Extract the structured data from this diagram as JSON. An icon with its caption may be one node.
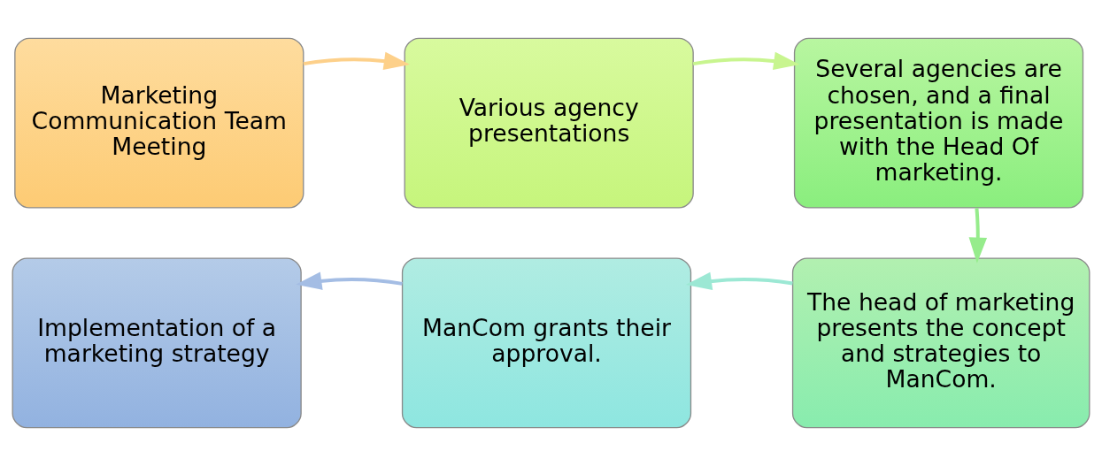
{
  "diagram": {
    "nodes": [
      {
        "text": [
          "Marketing Communication Team Meeting"
        ]
      },
      {
        "text": [
          "Various agency presentations"
        ]
      },
      {
        "text": [
          "Several agencies are chosen, and a final presentation is made with the Head Of marketing."
        ]
      },
      {
        "text": [
          "The head of marketing presents the concept and strategies to ManCom."
        ]
      },
      {
        "text": [
          "ManCom grants their approval."
        ]
      },
      {
        "text": [
          "Implementation of a marketing strategy"
        ]
      }
    ],
    "edges": [
      {
        "from": 0,
        "to": 1,
        "arrow": "to",
        "color": "#fdd08a"
      },
      {
        "from": 1,
        "to": 2,
        "arrow": "to",
        "color": "#c8f58f"
      },
      {
        "from": 2,
        "to": 3,
        "arrow": "to",
        "color": "#96ec8c"
      },
      {
        "from": 3,
        "to": 4,
        "arrow": "to",
        "color": "#9ce8d4"
      },
      {
        "from": 4,
        "to": 5,
        "arrow": "to",
        "color": "#a4bde4"
      }
    ]
  }
}
